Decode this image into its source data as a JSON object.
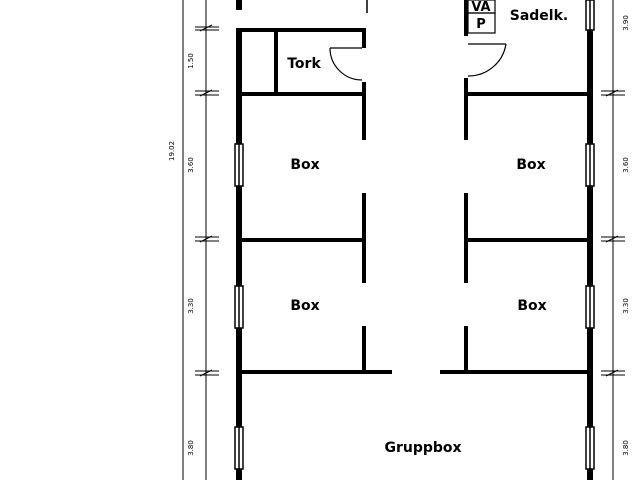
{
  "rooms": {
    "sadelk": "Sadelk.",
    "tork": "Tork",
    "box_left_upper": "Box",
    "box_right_upper": "Box",
    "box_left_lower": "Box",
    "box_right_lower": "Box",
    "gruppbox": "Gruppbox"
  },
  "fixtures": {
    "va": "VA",
    "p": "P"
  },
  "dimensions": {
    "total": "19.02",
    "left": [
      "1.50",
      "3.60",
      "3.30",
      "3.80"
    ],
    "right": [
      "3.90",
      "3.60",
      "3.30",
      "3.80"
    ]
  }
}
